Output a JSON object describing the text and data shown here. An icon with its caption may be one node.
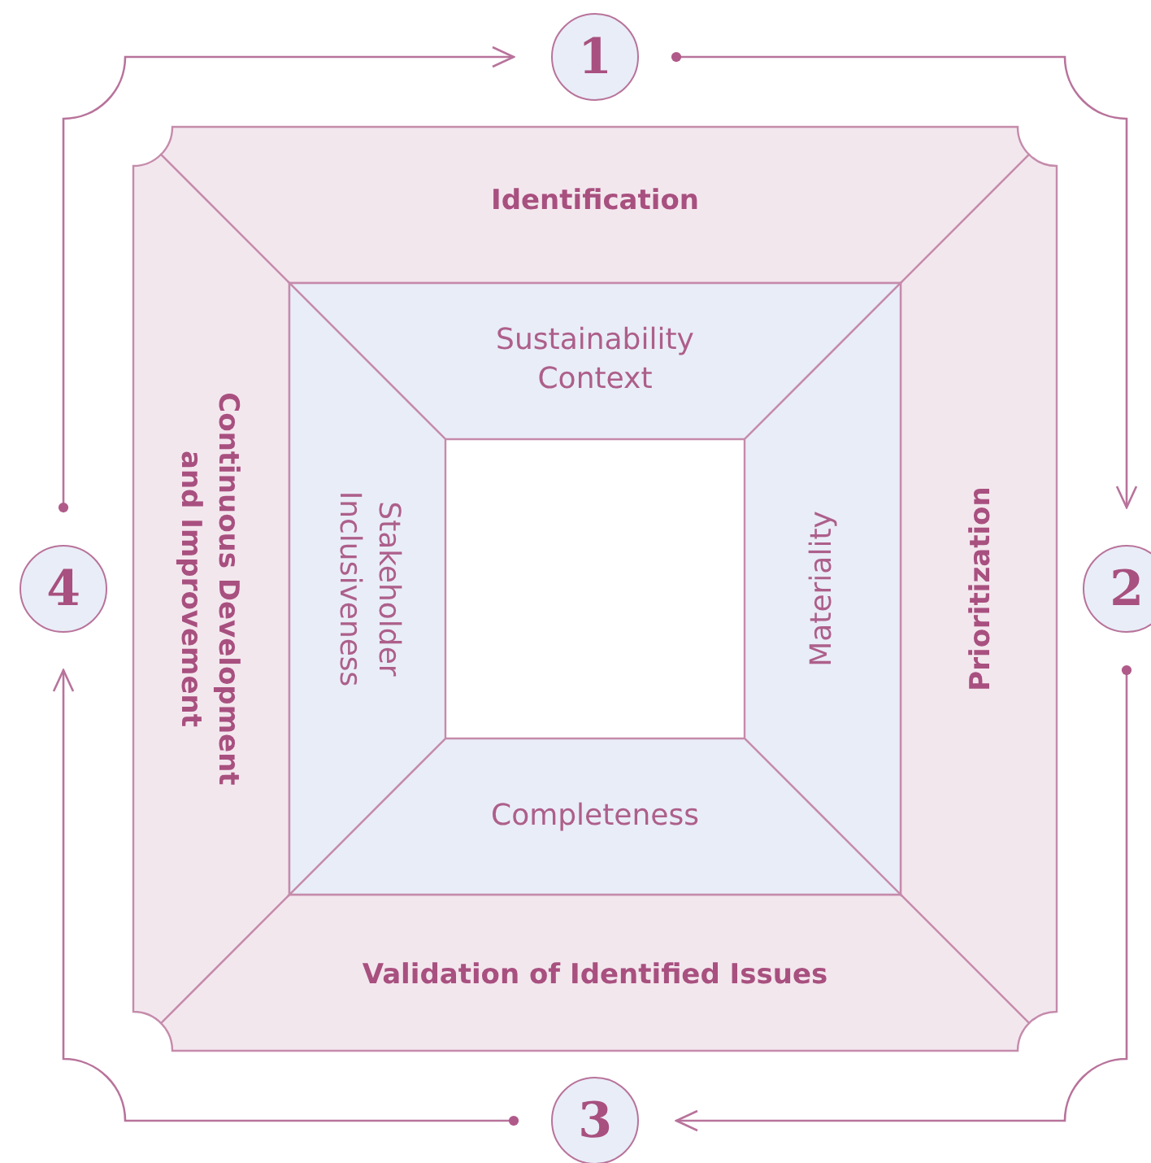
{
  "diagram": {
    "nodes": [
      {
        "text": [
          "1"
        ]
      },
      {
        "text": [
          "2"
        ]
      },
      {
        "text": [
          "3"
        ]
      },
      {
        "text": [
          "4"
        ]
      },
      {
        "text": [
          "Identification"
        ]
      },
      {
        "text": [
          "Prioritization"
        ]
      },
      {
        "text": [
          "Validation of Identified Issues"
        ]
      },
      {
        "text": [
          "Continuous Development and Improvement"
        ]
      },
      {
        "text": [
          "Sustainability Context"
        ]
      },
      {
        "text": [
          "Materiality"
        ]
      },
      {
        "text": [
          "Completeness"
        ]
      },
      {
        "text": [
          "Stakeholder Inclusiveness"
        ]
      }
    ],
    "edges": [
      {
        "from": 0,
        "to": 1,
        "arrow": "to"
      },
      {
        "from": 1,
        "to": 2,
        "arrow": "to"
      },
      {
        "from": 2,
        "to": 3,
        "arrow": "to"
      },
      {
        "from": 3,
        "to": 0,
        "arrow": "to"
      }
    ]
  }
}
